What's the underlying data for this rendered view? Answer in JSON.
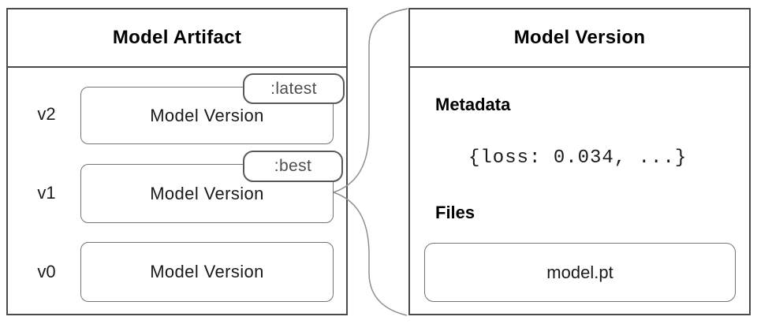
{
  "artifact_panel": {
    "title": "Model Artifact",
    "versions": [
      {
        "id": "v2",
        "label": "Model Version",
        "tag": ":latest"
      },
      {
        "id": "v1",
        "label": "Model Version",
        "tag": ":best"
      },
      {
        "id": "v0",
        "label": "Model Version"
      }
    ]
  },
  "detail_panel": {
    "title": "Model Version",
    "metadata_heading": "Metadata",
    "metadata_value": "{loss: 0.034, ...}",
    "files_heading": "Files",
    "file_name": "model.pt"
  },
  "colors": {
    "panel_border": "#4a4a4a",
    "box_border": "#737373",
    "tag_border": "#595959",
    "tag_text": "#4d4d4d",
    "connector": "#8f8f8f",
    "text": "#1a1a1a",
    "background": "#ffffff"
  }
}
